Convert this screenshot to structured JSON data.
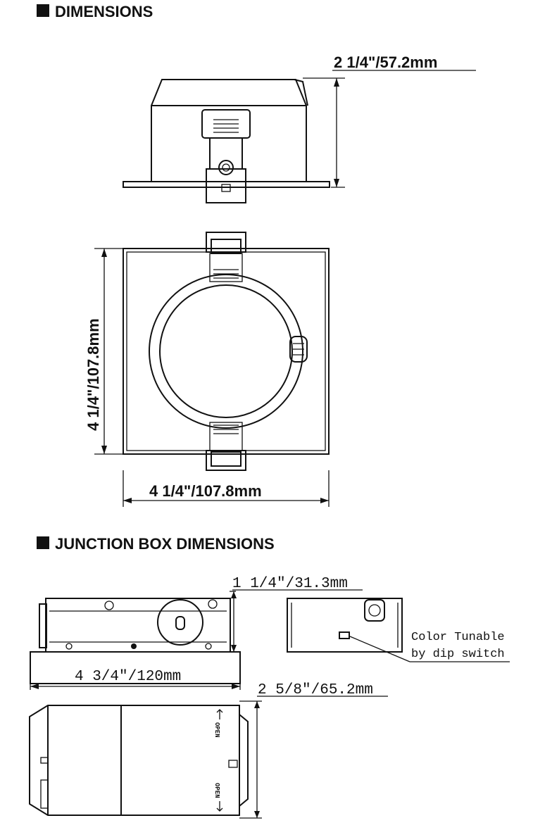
{
  "sections": {
    "dimensions_title": "DIMENSIONS",
    "junction_title": "JUNCTION BOX DIMENSIONS"
  },
  "dimensions": {
    "height": "2 1/4\"/57.2mm",
    "side": "4 1/4\"/107.8mm",
    "width": "4 1/4\"/107.8mm"
  },
  "junction_box": {
    "height": "1 1/4\"/31.3mm",
    "length": "4 3/4\"/120mm",
    "width": "2 5/8\"/65.2mm",
    "note_line1": "Color Tunable",
    "note_line2": "by dip switch",
    "open_label": "OPEN"
  },
  "colors": {
    "ink": "#111111",
    "background": "#ffffff"
  }
}
